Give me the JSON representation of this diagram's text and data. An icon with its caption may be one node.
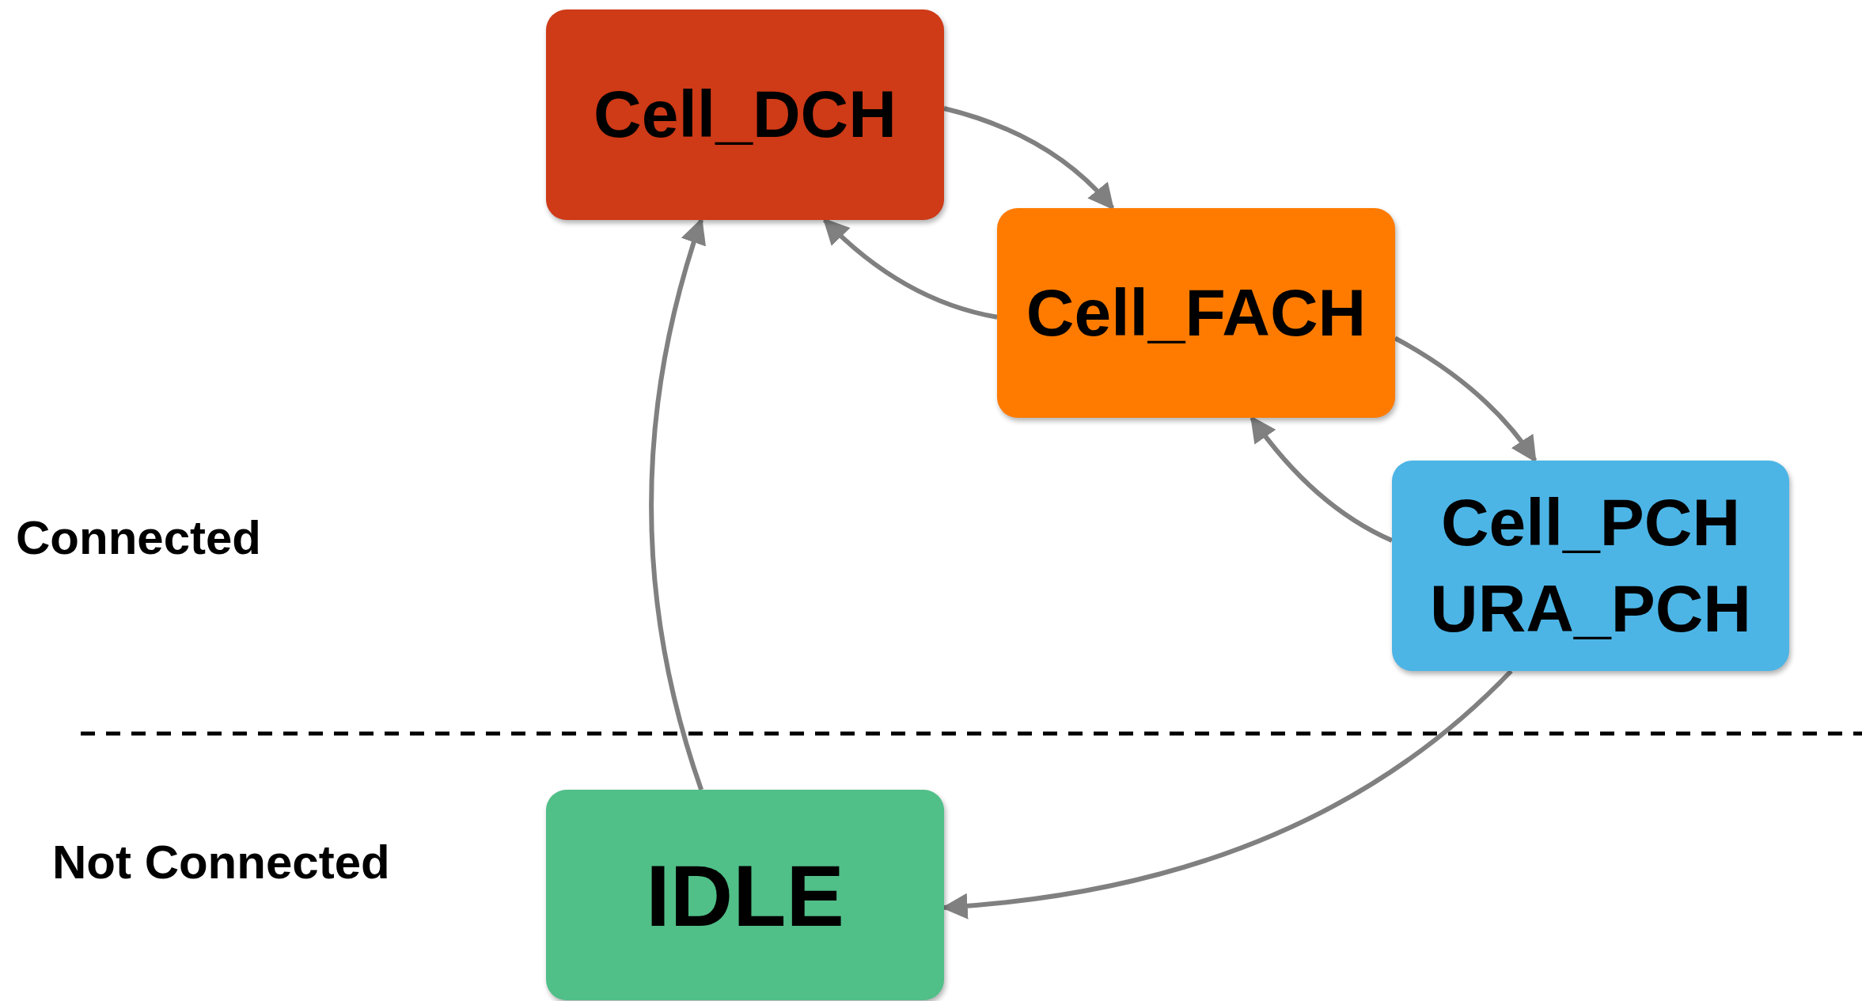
{
  "diagram": {
    "nodes": [
      {
        "text": [
          "Cell_DCH"
        ]
      },
      {
        "text": [
          "Cell_FACH"
        ]
      },
      {
        "text": [
          "Cell_PCH",
          "URA_PCH"
        ]
      },
      {
        "text": [
          "IDLE"
        ]
      }
    ],
    "edges": [
      {
        "from": 0,
        "to": 1,
        "arrow": "to"
      },
      {
        "from": 1,
        "to": 0,
        "arrow": "to"
      },
      {
        "from": 1,
        "to": 2,
        "arrow": "to"
      },
      {
        "from": 2,
        "to": 1,
        "arrow": "to"
      },
      {
        "from": 2,
        "to": 3,
        "arrow": "to"
      },
      {
        "from": 3,
        "to": 0,
        "arrow": "to"
      }
    ],
    "labels": [
      "Connected",
      "Not Connected"
    ]
  }
}
